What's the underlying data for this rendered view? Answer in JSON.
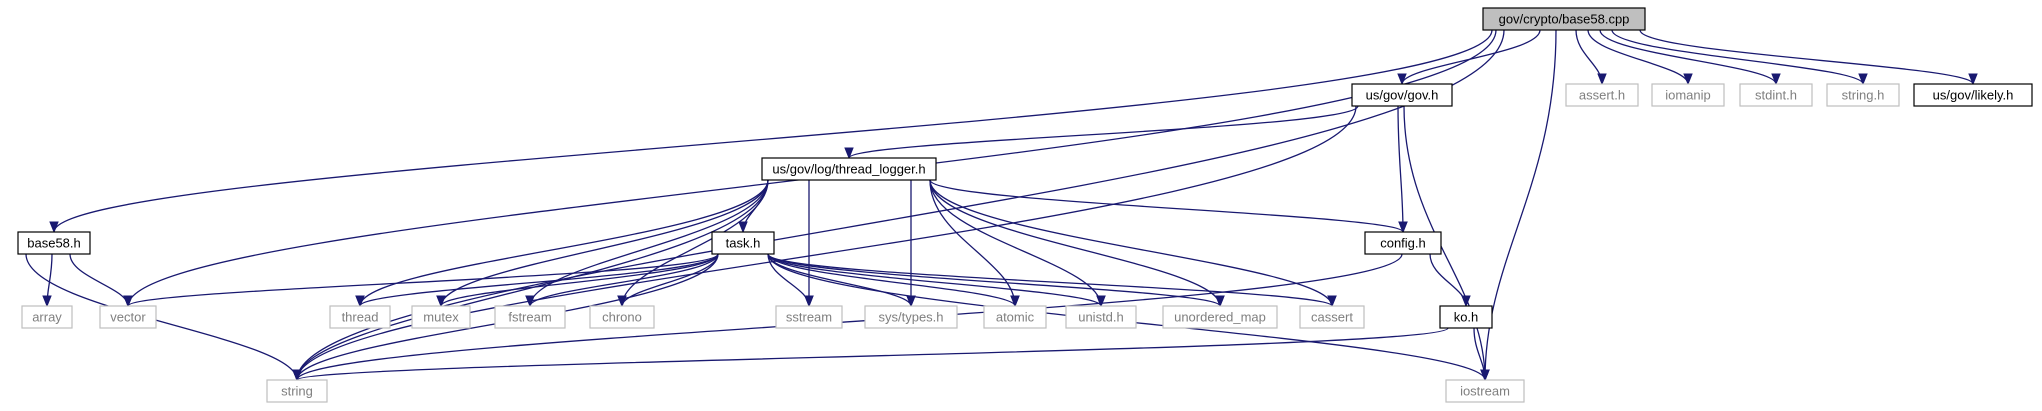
{
  "diagram": {
    "nodes": [
      {
        "id": "root",
        "label": "gov/crypto/base58.cpp",
        "kind": "root"
      },
      {
        "id": "gov",
        "label": "us/gov/gov.h",
        "kind": "doc"
      },
      {
        "id": "assert",
        "label": "assert.h",
        "kind": "ext"
      },
      {
        "id": "iomanip",
        "label": "iomanip",
        "kind": "ext"
      },
      {
        "id": "stdint",
        "label": "stdint.h",
        "kind": "ext"
      },
      {
        "id": "stringh",
        "label": "string.h",
        "kind": "ext"
      },
      {
        "id": "likely",
        "label": "us/gov/likely.h",
        "kind": "doc"
      },
      {
        "id": "thread_logger",
        "label": "us/gov/log/thread_logger.h",
        "kind": "doc"
      },
      {
        "id": "base58",
        "label": "base58.h",
        "kind": "doc"
      },
      {
        "id": "task",
        "label": "task.h",
        "kind": "doc"
      },
      {
        "id": "config",
        "label": "config.h",
        "kind": "doc"
      },
      {
        "id": "ko",
        "label": "ko.h",
        "kind": "doc"
      },
      {
        "id": "array",
        "label": "array",
        "kind": "ext"
      },
      {
        "id": "vector",
        "label": "vector",
        "kind": "ext"
      },
      {
        "id": "thread",
        "label": "thread",
        "kind": "ext"
      },
      {
        "id": "mutex",
        "label": "mutex",
        "kind": "ext"
      },
      {
        "id": "fstream",
        "label": "fstream",
        "kind": "ext"
      },
      {
        "id": "chrono",
        "label": "chrono",
        "kind": "ext"
      },
      {
        "id": "sstream",
        "label": "sstream",
        "kind": "ext"
      },
      {
        "id": "systypes",
        "label": "sys/types.h",
        "kind": "ext"
      },
      {
        "id": "atomic",
        "label": "atomic",
        "kind": "ext"
      },
      {
        "id": "unistd",
        "label": "unistd.h",
        "kind": "ext"
      },
      {
        "id": "unordered_map",
        "label": "unordered_map",
        "kind": "ext"
      },
      {
        "id": "cassert",
        "label": "cassert",
        "kind": "ext"
      },
      {
        "id": "string",
        "label": "string",
        "kind": "ext"
      },
      {
        "id": "iostream",
        "label": "iostream",
        "kind": "ext"
      }
    ],
    "edges": [
      [
        "root",
        "gov"
      ],
      [
        "root",
        "assert"
      ],
      [
        "root",
        "iomanip"
      ],
      [
        "root",
        "stdint"
      ],
      [
        "root",
        "stringh"
      ],
      [
        "root",
        "likely"
      ],
      [
        "root",
        "base58"
      ],
      [
        "root",
        "vector"
      ],
      [
        "root",
        "string"
      ],
      [
        "root",
        "iostream"
      ],
      [
        "gov",
        "thread_logger"
      ],
      [
        "gov",
        "config"
      ],
      [
        "gov",
        "string"
      ],
      [
        "gov",
        "iostream"
      ],
      [
        "thread_logger",
        "task"
      ],
      [
        "thread_logger",
        "config"
      ],
      [
        "thread_logger",
        "string"
      ],
      [
        "thread_logger",
        "thread"
      ],
      [
        "thread_logger",
        "mutex"
      ],
      [
        "thread_logger",
        "fstream"
      ],
      [
        "thread_logger",
        "chrono"
      ],
      [
        "thread_logger",
        "sstream"
      ],
      [
        "thread_logger",
        "systypes"
      ],
      [
        "thread_logger",
        "atomic"
      ],
      [
        "thread_logger",
        "unistd"
      ],
      [
        "thread_logger",
        "unordered_map"
      ],
      [
        "thread_logger",
        "cassert"
      ],
      [
        "task",
        "vector"
      ],
      [
        "task",
        "thread"
      ],
      [
        "task",
        "mutex"
      ],
      [
        "task",
        "fstream"
      ],
      [
        "task",
        "chrono"
      ],
      [
        "task",
        "sstream"
      ],
      [
        "task",
        "systypes"
      ],
      [
        "task",
        "atomic"
      ],
      [
        "task",
        "unistd"
      ],
      [
        "task",
        "unordered_map"
      ],
      [
        "task",
        "cassert"
      ],
      [
        "task",
        "string"
      ],
      [
        "task",
        "iostream"
      ],
      [
        "base58",
        "array"
      ],
      [
        "base58",
        "vector"
      ],
      [
        "base58",
        "string"
      ],
      [
        "config",
        "ko"
      ],
      [
        "config",
        "string"
      ],
      [
        "ko",
        "string"
      ],
      [
        "ko",
        "iostream"
      ]
    ]
  }
}
